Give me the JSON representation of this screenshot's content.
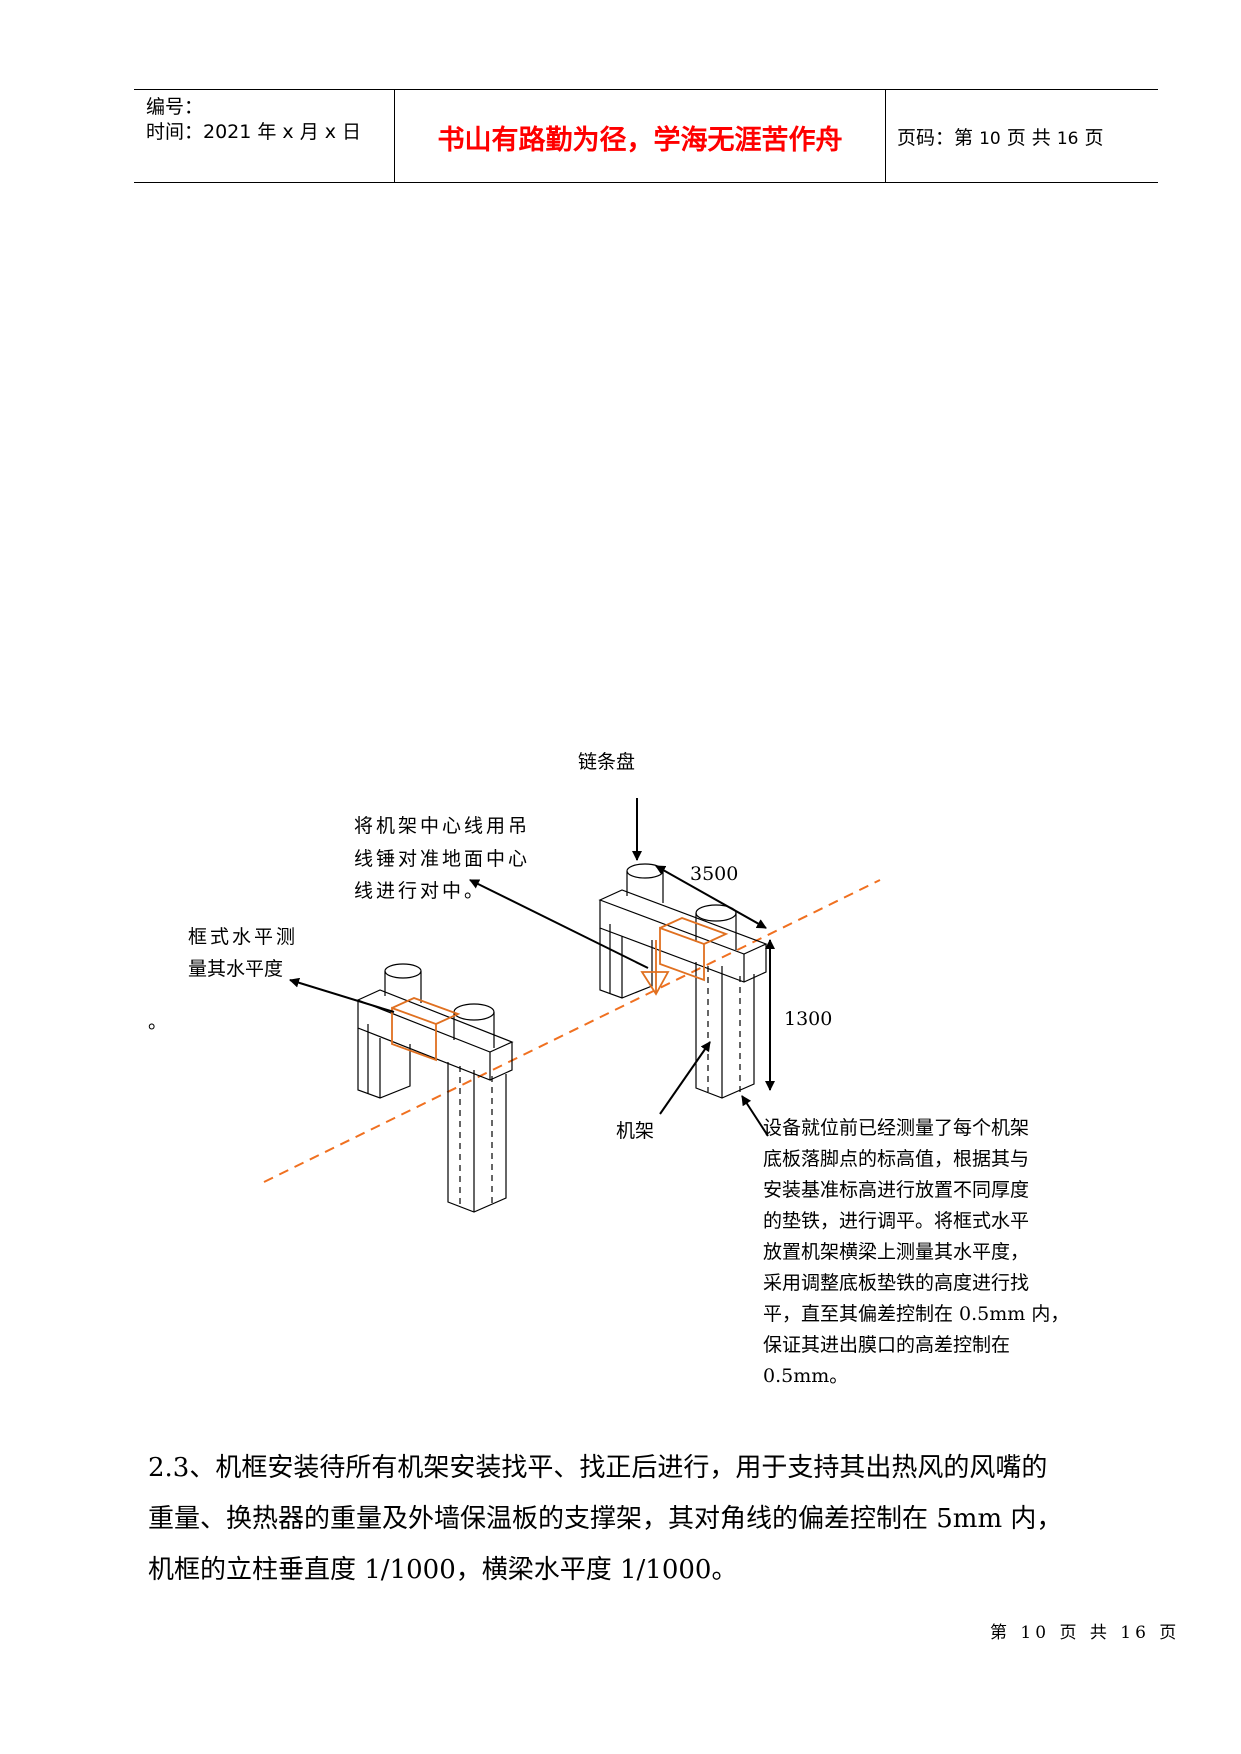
{
  "header": {
    "serial_label": "编号：",
    "time_label": "时间：2021 年 x 月 x 日",
    "motto": "书山有路勤为径，学海无涯苦作舟",
    "page_prefix": "页码：第",
    "page_current": "10",
    "page_mid": "页  共",
    "page_total": "16",
    "page_suffix": "页"
  },
  "figure": {
    "chain_disk_label": "链条盘",
    "dim_top": "3500",
    "dim_height": "1300",
    "center_note": [
      "将机架中心线用吊",
      "线锤对准地面中心",
      "线进行对中。"
    ],
    "level_note": [
      "框式水平测",
      "量其水平度"
    ],
    "stray_mark": "。",
    "frame_label": "机架",
    "description": [
      "设备就位前已经测量了每个机架",
      "底板落脚点的标高值，根据其与",
      "安装基准标高进行放置不同厚度",
      "的垫铁，进行调平。将框式水平",
      "放置机架横梁上测量其水平度，",
      "采用调整底板垫铁的高度进行找",
      "平，直至其偏差控制在 0.5mm 内，",
      "保证其进出膜口的高差控制在",
      "0.5mm。"
    ]
  },
  "body": {
    "lines": [
      "2.3、机框安装待所有机架安装找平、找正后进行，用于支持其出热风的风嘴的",
      "重量、换热器的重量及外墙保温板的支撑架，其对角线的偏差控制在 5mm 内，",
      "机框的立柱垂直度 1/1000，横梁水平度 1/1000。"
    ]
  },
  "footer": {
    "text": "第 10 页 共 16 页"
  },
  "colors": {
    "motto": "#ff0000",
    "axis_line": "#f07020",
    "level_frame": "#e07020"
  }
}
